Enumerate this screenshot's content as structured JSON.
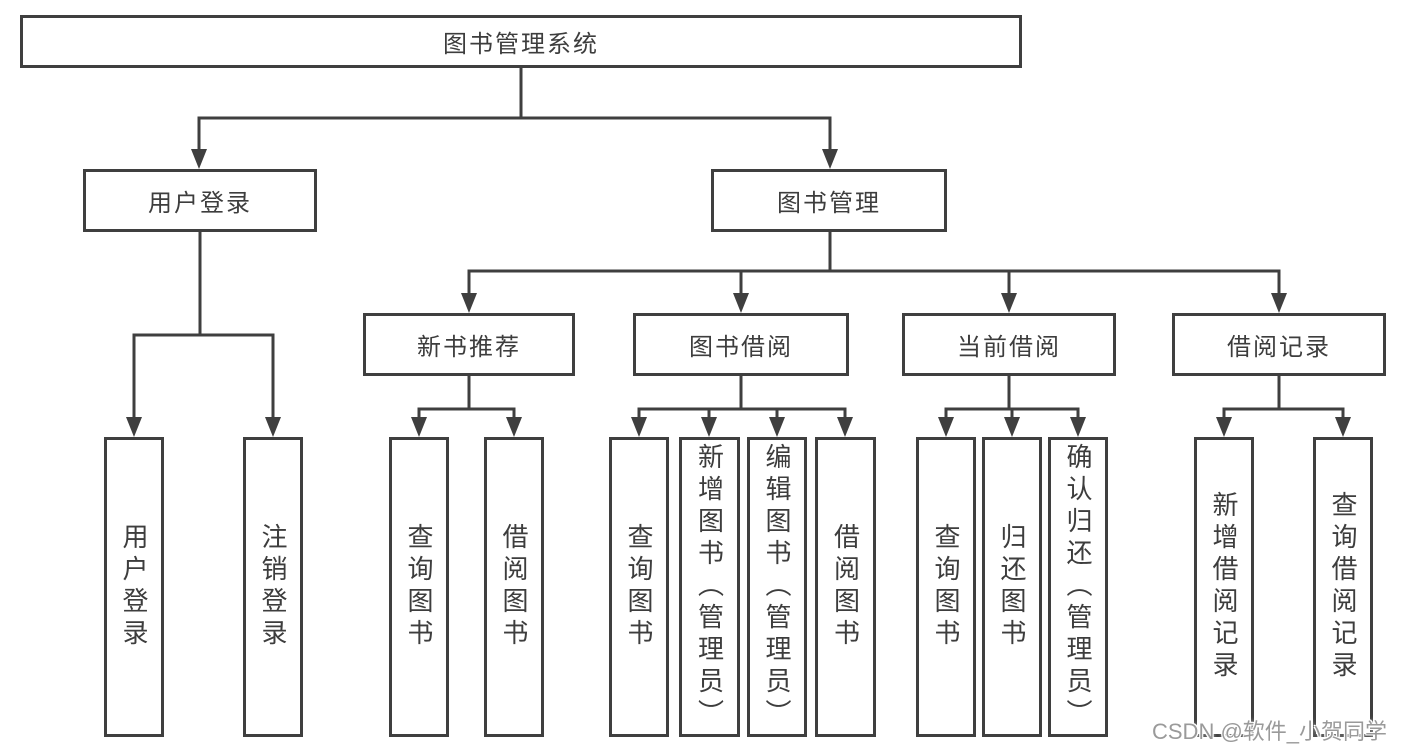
{
  "diagram": {
    "root": {
      "label": "图书管理系统"
    },
    "branches": [
      {
        "label": "用户登录",
        "leaves": [
          {
            "label": "用户登录"
          },
          {
            "label": "注销登录"
          }
        ]
      },
      {
        "label": "图书管理",
        "groups": [
          {
            "label": "新书推荐",
            "leaves": [
              {
                "label": "查询图书"
              },
              {
                "label": "借阅图书"
              }
            ]
          },
          {
            "label": "图书借阅",
            "leaves": [
              {
                "label": "查询图书"
              },
              {
                "label": "新增图书（管理员）"
              },
              {
                "label": "编辑图书（管理员）"
              },
              {
                "label": "借阅图书"
              }
            ]
          },
          {
            "label": "当前借阅",
            "leaves": [
              {
                "label": "查询图书"
              },
              {
                "label": "归还图书"
              },
              {
                "label": "确认归还（管理员）"
              }
            ]
          },
          {
            "label": "借阅记录",
            "leaves": [
              {
                "label": "新增借阅记录"
              },
              {
                "label": "查询借阅记录"
              }
            ]
          }
        ]
      }
    ]
  },
  "watermark": {
    "text": "CSDN @软件_小贺同学"
  },
  "colors": {
    "line": "#3f3f3f",
    "text": "#3d3d3d",
    "background": "#ffffff",
    "watermark": "#9a9a9a"
  }
}
